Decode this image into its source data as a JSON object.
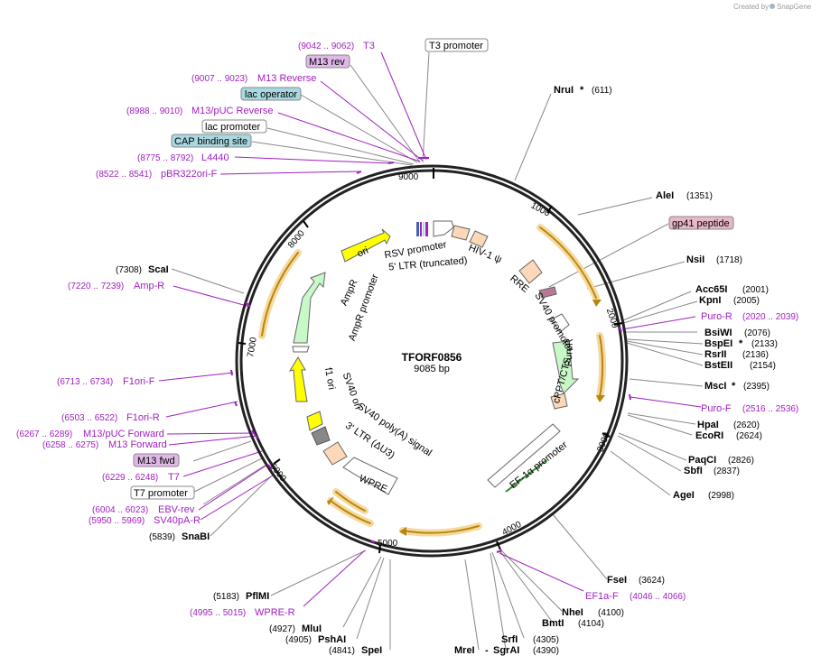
{
  "app": {
    "credit": "Created by",
    "brand": "SnapGene"
  },
  "plasmid": {
    "name": "TFORF0856",
    "length": "9085 bp",
    "length_bp": 9085
  },
  "colors": {
    "primer": "#a020c0",
    "orange": "#f0a020",
    "arrow_green": "#c8f8c8",
    "yellow": "#ffff00",
    "beige": "#fcd8b8",
    "box_purple": "#e0b8e8",
    "box_blue": "#a8d8e0",
    "box_pink": "#e8b8c8"
  },
  "ticks": [
    "1000",
    "2000",
    "3000",
    "4000",
    "5000",
    "6000",
    "7000",
    "8000",
    "9000"
  ],
  "enzymes_right": [
    {
      "name": "NruI",
      "star": true,
      "pos": "(611)"
    },
    {
      "name": "AleI",
      "star": false,
      "pos": "(1351)"
    },
    {
      "name": "NsiI",
      "star": false,
      "pos": "(1718)"
    },
    {
      "name": "Acc65I",
      "star": false,
      "pos": "(2001)"
    },
    {
      "name": "KpnI",
      "star": false,
      "pos": "(2005)"
    },
    {
      "name": "BsiWI",
      "star": false,
      "pos": "(2076)"
    },
    {
      "name": "BspEI",
      "star": true,
      "pos": "(2133)"
    },
    {
      "name": "RsrII",
      "star": false,
      "pos": "(2136)"
    },
    {
      "name": "BstEII",
      "star": false,
      "pos": "(2154)"
    },
    {
      "name": "MscI",
      "star": true,
      "pos": "(2395)"
    },
    {
      "name": "HpaI",
      "star": false,
      "pos": "(2620)"
    },
    {
      "name": "EcoRI",
      "star": false,
      "pos": "(2624)"
    },
    {
      "name": "PaqCI",
      "star": false,
      "pos": "(2826)"
    },
    {
      "name": "SbfI",
      "star": false,
      "pos": "(2837)"
    },
    {
      "name": "AgeI",
      "star": false,
      "pos": "(2998)"
    },
    {
      "name": "FseI",
      "star": false,
      "pos": "(3624)"
    },
    {
      "name": "NheI",
      "star": false,
      "pos": "(4100)"
    },
    {
      "name": "BmtI",
      "star": false,
      "pos": "(4104)"
    },
    {
      "name": "SrfI",
      "star": false,
      "pos": "(4305)"
    },
    {
      "name": "SgrAI",
      "star": false,
      "pos": "(4390)"
    }
  ],
  "enzymes_left": [
    {
      "name": "ScaI",
      "pos": "(7308)"
    },
    {
      "name": "SnaBI",
      "pos": "(5839)"
    },
    {
      "name": "PflMI",
      "pos": "(5183)"
    },
    {
      "name": "MluI",
      "pos": "(4927)"
    },
    {
      "name": "PshAI",
      "pos": "(4905)"
    },
    {
      "name": "SpeI",
      "pos": "(4841)"
    },
    {
      "name": "MreI",
      "pos": ""
    }
  ],
  "primers": [
    {
      "name": "T3",
      "range": "(9042 .. 9062)"
    },
    {
      "name": "M13 Reverse",
      "range": "(9007 .. 9023)"
    },
    {
      "name": "M13/pUC Reverse",
      "range": "(8988 .. 9010)"
    },
    {
      "name": "L4440",
      "range": "(8775 .. 8792)"
    },
    {
      "name": "pBR322ori-F",
      "range": "(8522 .. 8541)"
    },
    {
      "name": "Amp-R",
      "range": "(7220 .. 7239)"
    },
    {
      "name": "F1ori-F",
      "range": "(6713 .. 6734)"
    },
    {
      "name": "F1ori-R",
      "range": "(6503 .. 6522)"
    },
    {
      "name": "M13/pUC Forward",
      "range": "(6267 .. 6289)"
    },
    {
      "name": "M13 Forward",
      "range": "(6258 .. 6275)"
    },
    {
      "name": "T7",
      "range": "(6229 .. 6248)"
    },
    {
      "name": "EBV-rev",
      "range": "(6004 .. 6023)"
    },
    {
      "name": "SV40pA-R",
      "range": "(5950 .. 5969)"
    },
    {
      "name": "WPRE-R",
      "range": "(4995 .. 5015)"
    },
    {
      "name": "Puro-R",
      "range": "(2020 .. 2039)"
    },
    {
      "name": "Puro-F",
      "range": "(2516 .. 2536)"
    },
    {
      "name": "EF1a-F",
      "range": "(4046 .. 4066)"
    }
  ],
  "boxed": {
    "t3_promoter": "T3 promoter",
    "m13_rev": "M13 rev",
    "lac_operator": "lac operator",
    "lac_promoter": "lac promoter",
    "cap_site": "CAP binding site",
    "gp41": "gp41 peptide",
    "m13_fwd": "M13 fwd",
    "t7_promoter": "T7 promoter"
  },
  "features": {
    "rsv": "RSV promoter",
    "ltr5": "5' LTR (truncated)",
    "hiv": "HIV-1 ψ",
    "rre": "RRE",
    "sv40p": "SV40 promoter",
    "puror": "PuroR",
    "cppt": "cPPT/CTS",
    "ef1a": "EF-1α promoter",
    "wpre": "WPRE",
    "ltr3": "3' LTR (ΔU3)",
    "sv40pa": "SV40 poly(A) signal",
    "sv40ori": "SV40 ori",
    "f1ori": "f1 ori",
    "ampp": "AmpR promoter",
    "ampr": "AmpR",
    "ori": "ori"
  }
}
